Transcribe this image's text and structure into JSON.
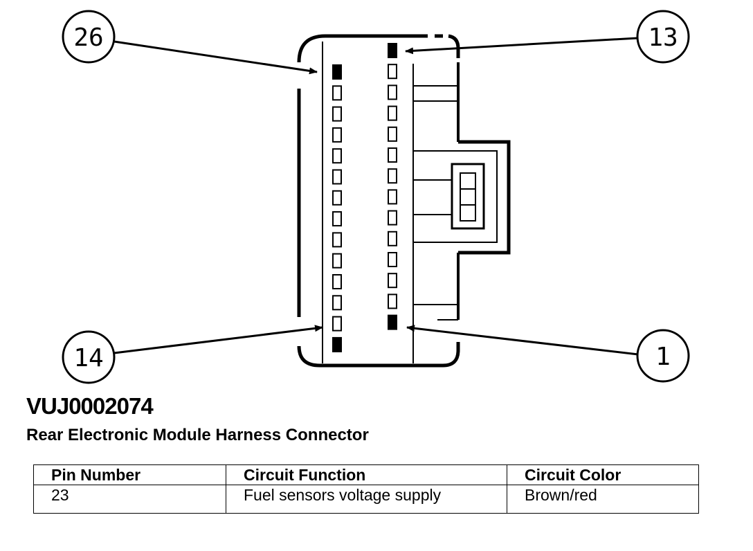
{
  "callouts": [
    {
      "label": "26",
      "target": "pin-26"
    },
    {
      "label": "13",
      "target": "pin-13"
    },
    {
      "label": "14",
      "target": "pin-14"
    },
    {
      "label": "1",
      "target": "pin-1"
    }
  ],
  "document": {
    "code": "VUJ0002074",
    "title": "Rear Electronic Module Harness Connector"
  },
  "table": {
    "headers": [
      "Pin Number",
      "Circuit Function",
      "Circuit Color"
    ],
    "rows": [
      [
        "23",
        "Fuel sensors voltage supply",
        "Brown/red"
      ]
    ]
  }
}
